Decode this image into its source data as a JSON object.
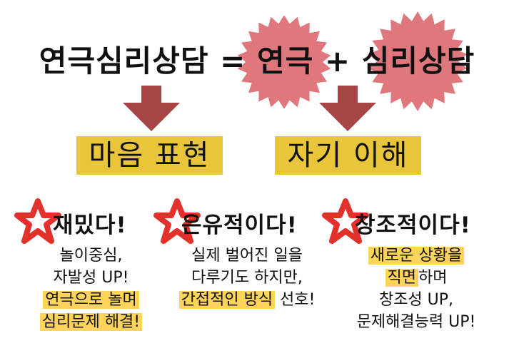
{
  "title": {
    "prefix": "연극심리상담 = ",
    "word1": "연극",
    "plus": " + ",
    "word2": "심리상담"
  },
  "boxes": [
    "마음 표현",
    "자기 이해"
  ],
  "columns": [
    {
      "heading": "재밌다!",
      "lines": [
        {
          "text": "놀이중심,",
          "highlight": false
        },
        {
          "text": "자발성 UP!",
          "highlight": false
        },
        {
          "text": "연극으로 놀며",
          "highlight": true
        },
        {
          "text": "심리문제 해결!",
          "highlight": true
        }
      ]
    },
    {
      "heading": "은유적이다!",
      "lines": [
        {
          "text": "실제 벌어진 일을",
          "highlight": false
        },
        {
          "text": "다루기도 하지만,",
          "highlight": false
        }
      ],
      "last_line": {
        "highlight": "간접적인 방식",
        "rest": " 선호!"
      }
    },
    {
      "heading": "창조적이다!",
      "lines": [
        {
          "text": "새로운 상황을",
          "highlight": true
        }
      ],
      "mixed_line": {
        "highlight": "직면",
        "rest": "하며"
      },
      "tail": [
        "창조성 UP,",
        "문제해결능력 UP!"
      ]
    }
  ],
  "colors": {
    "burst": "#e0777c",
    "arrow": "#a54545",
    "box": "#e8c53a",
    "highlight": "#ffd45a",
    "star": "#e2312b"
  }
}
